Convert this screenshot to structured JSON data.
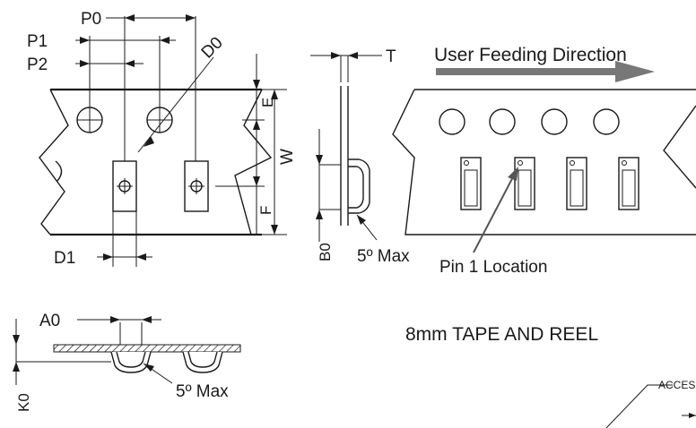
{
  "labels": {
    "p0": "P0",
    "p1": "P1",
    "p2": "P2",
    "d0": "D0",
    "d1": "D1",
    "t": "T",
    "e": "E",
    "w": "W",
    "f": "F",
    "b0": "B0",
    "a0": "A0",
    "k0": "K0",
    "max_angle_side": "5º Max",
    "max_angle_bottom": "5º Max"
  },
  "feed_direction": "User Feeding Direction",
  "pin1_location": "Pin 1 Location",
  "title": "8mm TAPE AND REEL",
  "access_label": "ACCES"
}
